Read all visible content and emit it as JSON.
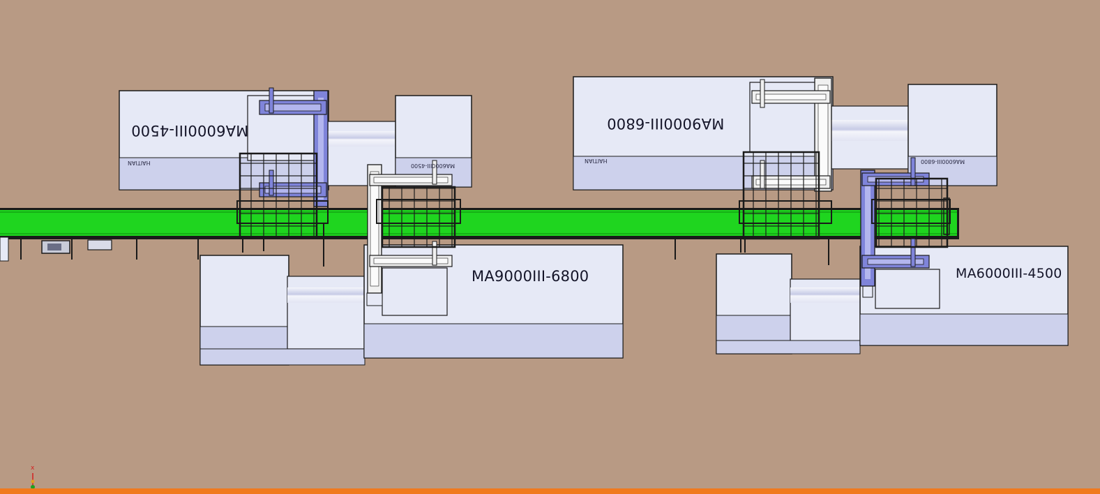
{
  "colors": {
    "background": "#b89a84",
    "machine_body": "#e6e9f6",
    "machine_base": "#cdd1ec",
    "conveyor_green": "#1fd51f",
    "robot_blue": "#7f84da",
    "robot_blue_light": "#b3b6ee",
    "frame_grey": "#f0f0f0",
    "line": "#1a1a1a",
    "status_bar": "#f07a1e"
  },
  "machines": {
    "top_left": {
      "model": "MA6000III-4500",
      "brand": "HAITIAN",
      "end_unit_model": "MA6000III-4500",
      "orientation": "flipped"
    },
    "top_right": {
      "model": "MA9000III-6800",
      "brand": "HAITIAN",
      "end_unit_model": "MA6000III-6800",
      "orientation": "flipped"
    },
    "bottom_left": {
      "model": "MA9000III-6800",
      "orientation": "normal"
    },
    "bottom_right": {
      "model": "MA6000III-4500",
      "orientation": "normal"
    }
  },
  "robots": [
    {
      "color": "robot-blue",
      "station": "top-left"
    },
    {
      "color": "frame-grey",
      "station": "bottom-left"
    },
    {
      "color": "frame-grey",
      "station": "top-right"
    },
    {
      "color": "robot-blue",
      "station": "bottom-right"
    }
  ],
  "conveyor": {
    "name": "green conveyor belt"
  },
  "triad": {
    "axis_x": "x"
  }
}
